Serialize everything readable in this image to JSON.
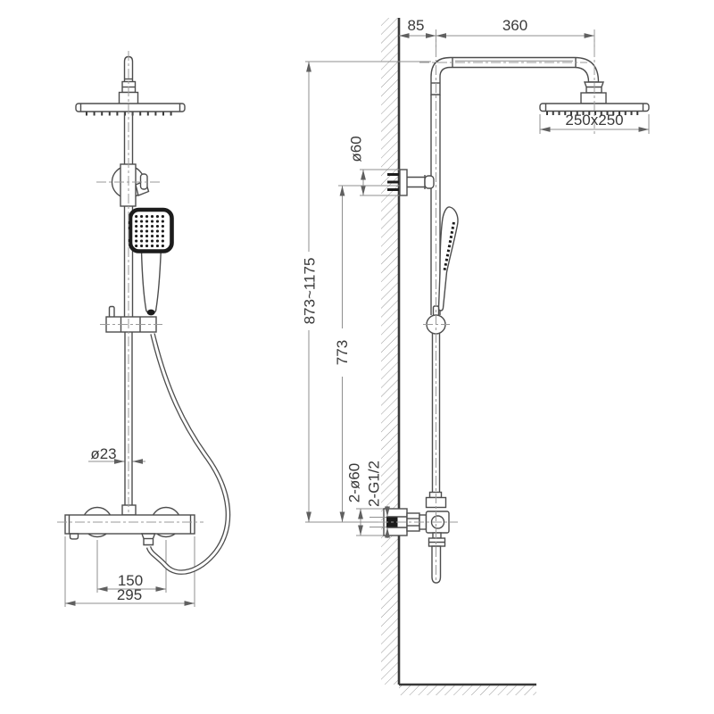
{
  "meta": {
    "background": "#ffffff",
    "outline_color": "#4d4d4d",
    "dimension_color": "#8f8f8f",
    "accent_dark": "#1c1c1c",
    "text_color": "#3a3a3a"
  },
  "front_view": {
    "dims": {
      "riser_diameter": "ø23",
      "inlet_spacing": "150",
      "body_width": "295"
    }
  },
  "side_view": {
    "dims": {
      "wall_offset": "85",
      "arm_length": "360",
      "head_size": "250x250",
      "bracket_diameter": "ø60",
      "height_range": "873~1175",
      "riser_height": "773",
      "escutcheons": "2-ø60",
      "threads": "2-G1/2"
    }
  }
}
